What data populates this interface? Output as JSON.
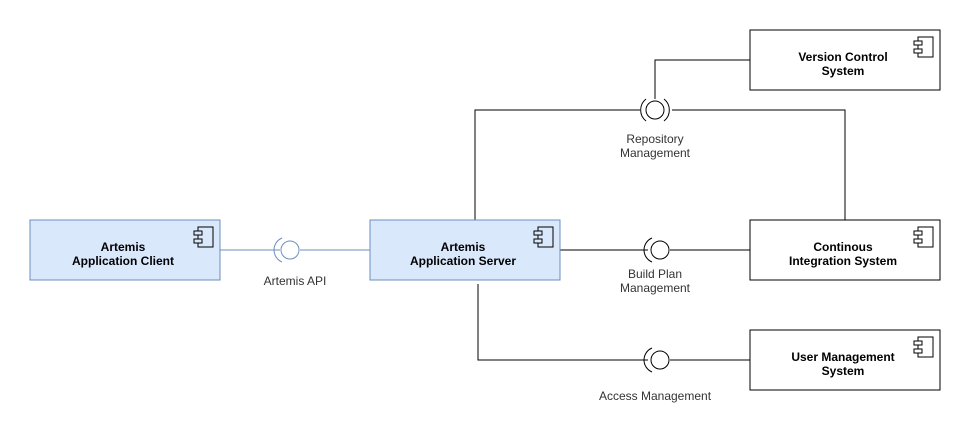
{
  "colors": {
    "client_server_fill": "#dae8fc",
    "client_server_stroke": "#6c8ebf",
    "external_fill": "#ffffff",
    "external_stroke": "#000000"
  },
  "components": {
    "client": {
      "line1": "Artemis",
      "line2": "Application Client",
      "icon": "component-icon"
    },
    "server": {
      "line1": "Artemis",
      "line2": "Application Server",
      "icon": "component-icon"
    },
    "vcs": {
      "line1": "Version Control",
      "line2": "System",
      "icon": "component-icon"
    },
    "ci": {
      "line1": "Continous",
      "line2": "Integration System",
      "icon": "component-icon"
    },
    "ums": {
      "line1": "User Management",
      "line2": "System",
      "icon": "component-icon"
    }
  },
  "interfaces": {
    "api": {
      "line1": "Artemis API"
    },
    "repo": {
      "line1": "Repository",
      "line2": "Management"
    },
    "build": {
      "line1": "Build Plan",
      "line2": "Management"
    },
    "access": {
      "line1": "Access Management"
    }
  }
}
